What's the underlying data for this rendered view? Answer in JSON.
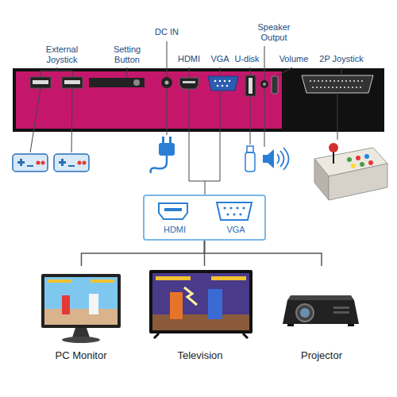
{
  "diagram": {
    "nodes": [
      {
        "text": [
          "HDMI",
          "VGA"
        ]
      },
      {
        "text": [
          "PC Monitor"
        ]
      },
      {
        "text": [
          "Television"
        ]
      },
      {
        "text": [
          "Projector"
        ]
      }
    ],
    "edges": [
      {
        "from": 0,
        "to": 1,
        "arrow": "none"
      },
      {
        "from": 0,
        "to": 2,
        "arrow": "none"
      },
      {
        "from": 0,
        "to": 3,
        "arrow": "none"
      }
    ],
    "labels": [
      "External Joystick",
      "Setting Button",
      "DC IN",
      "HDMI",
      "VGA",
      "U-disk",
      "Speaker Output",
      "Volume",
      "2P Joystick"
    ]
  }
}
